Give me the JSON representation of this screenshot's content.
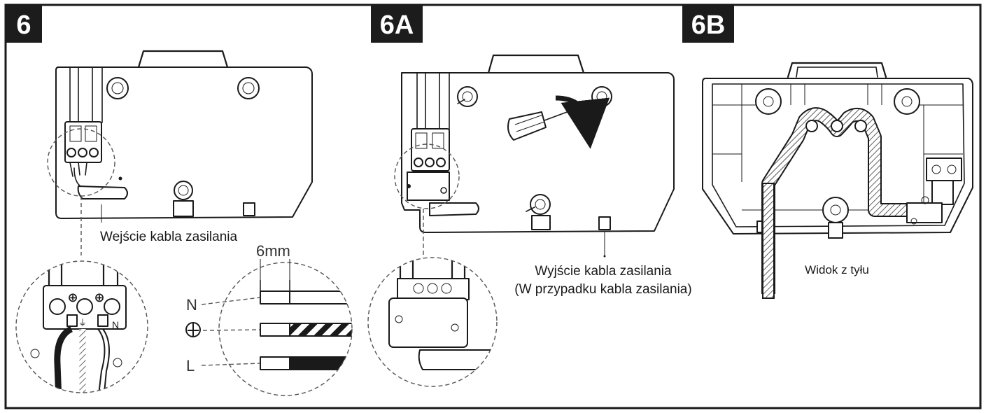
{
  "steps": [
    {
      "id": "6"
    },
    {
      "id": "6A"
    },
    {
      "id": "6B"
    }
  ],
  "labels": {
    "power_cable_entry": "Wejście kabla zasilania",
    "strip_length": "6mm",
    "wire_n": "N",
    "wire_l": "L",
    "terminal_n": "N",
    "power_cable_exit_line1": "Wyjście kabla zasilania",
    "power_cable_exit_line2": "(W przypadku kabla zasilania)",
    "rear_view": "Widok z tyłu"
  },
  "colors": {
    "badge_background": "#1c1c1c",
    "badge_text": "#ffffff",
    "line_art": "#1a1a1a"
  },
  "icons": {
    "ground": "earth-ground-icon",
    "screwdriver": "screwdriver-icon",
    "rotation": "rotation-arrow-icon"
  }
}
